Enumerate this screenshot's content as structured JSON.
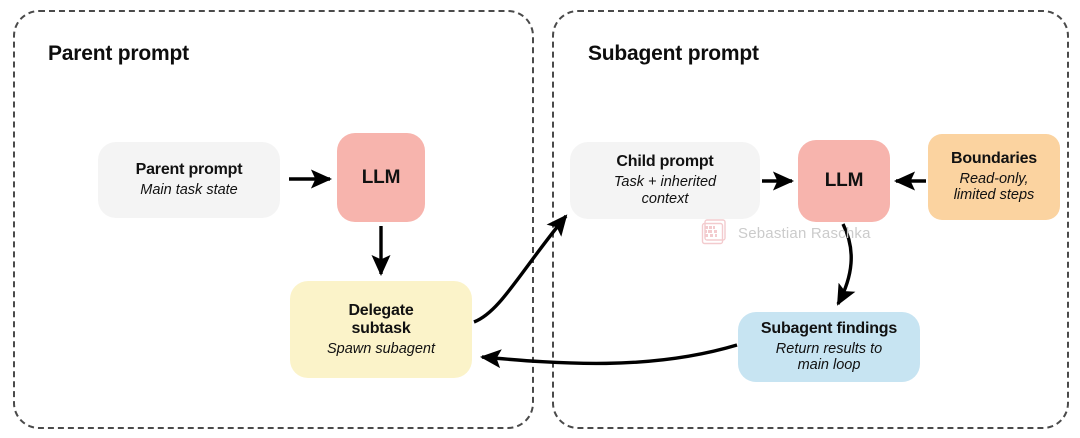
{
  "diagram": {
    "panels": [
      {
        "id": "parent",
        "title": "Parent prompt"
      },
      {
        "id": "subagent",
        "title": "Subagent prompt"
      }
    ],
    "nodes": {
      "parent_prompt": {
        "title": "Parent prompt",
        "subtitle": "Main task state",
        "color": "#f4f4f4"
      },
      "llm_parent": {
        "title": "LLM",
        "color": "#f7b4ad"
      },
      "delegate": {
        "title": "Delegate\nsubtask",
        "title_line1": "Delegate",
        "title_line2": "subtask",
        "subtitle": "Spawn subagent",
        "color": "#fbf3c9"
      },
      "child_prompt": {
        "title": "Child prompt",
        "subtitle_line1": "Task + inherited",
        "subtitle_line2": "context",
        "color": "#f4f4f4"
      },
      "llm_sub": {
        "title": "LLM",
        "color": "#f7b4ad"
      },
      "boundaries": {
        "title": "Boundaries",
        "subtitle_line1": "Read-only,",
        "subtitle_line2": "limited steps",
        "color": "#fbd3a0"
      },
      "findings": {
        "title": "Subagent findings",
        "subtitle_line1": "Return results to",
        "subtitle_line2": "main loop",
        "color": "#c7e4f2"
      }
    },
    "edges": [
      {
        "name": "parent-prompt-to-llm",
        "from": "parent_prompt",
        "to": "llm_parent",
        "style": "straight"
      },
      {
        "name": "llm-to-delegate",
        "from": "llm_parent",
        "to": "delegate",
        "style": "straight"
      },
      {
        "name": "delegate-to-child-prompt",
        "from": "delegate",
        "to": "child_prompt",
        "style": "curved"
      },
      {
        "name": "child-prompt-to-llm",
        "from": "child_prompt",
        "to": "llm_sub",
        "style": "straight"
      },
      {
        "name": "boundaries-to-llm",
        "from": "boundaries",
        "to": "llm_sub",
        "style": "straight"
      },
      {
        "name": "llm-to-findings",
        "from": "llm_sub",
        "to": "findings",
        "style": "curved"
      },
      {
        "name": "findings-to-delegate",
        "from": "findings",
        "to": "delegate",
        "style": "curved"
      }
    ],
    "arrow_color": "#000000",
    "panel_border_color": "#4a4a4a"
  },
  "watermark": {
    "text": "Sebastian Raschka"
  }
}
